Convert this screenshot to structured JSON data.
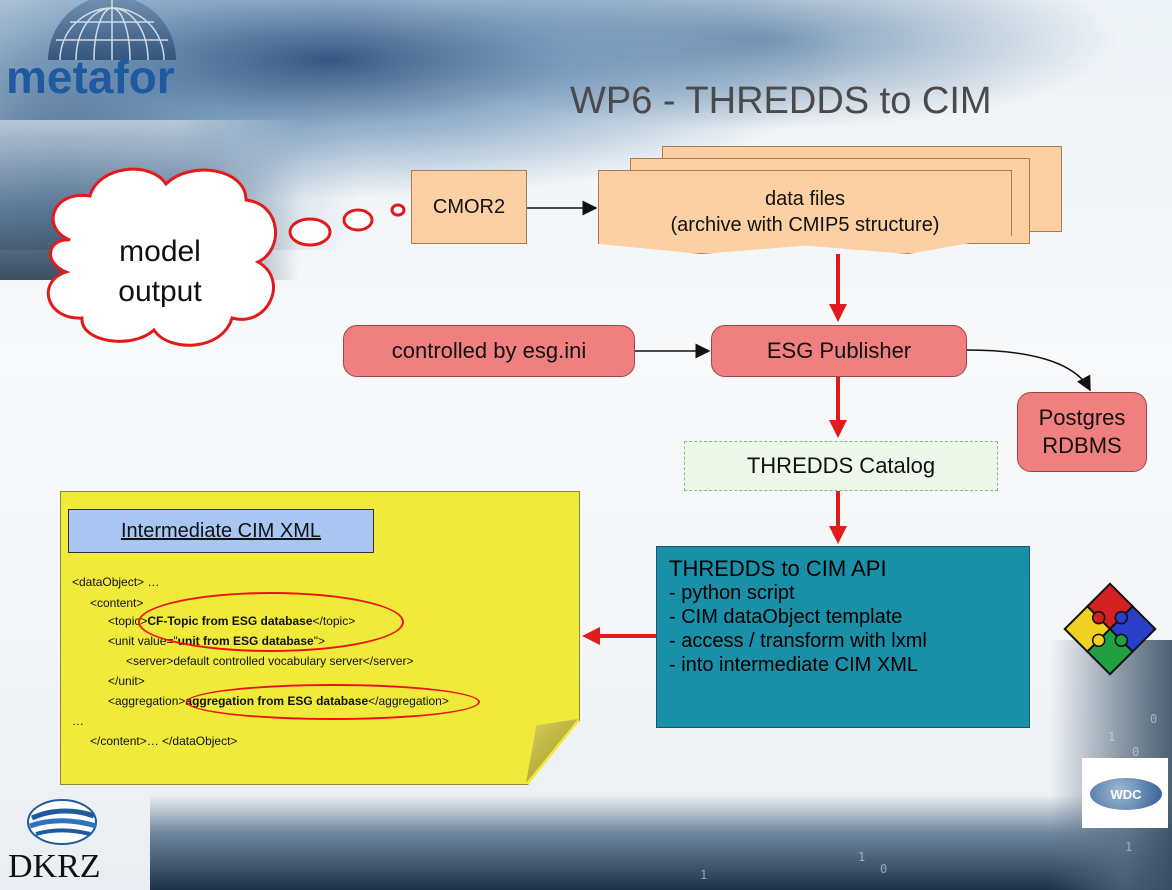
{
  "slide": {
    "logo_text": "metafor",
    "title": "WP6 - THREDDS to CIM",
    "footer_logo_text": "DKRZ",
    "wdc_logo_text": "WDC"
  },
  "diagram": {
    "cloud_line1": "model",
    "cloud_line2": "output",
    "cmor": "CMOR2",
    "data_files_line1": "data files",
    "data_files_line2": "(archive with CMIP5 structure)",
    "esg_ini": "controlled by esg.ini",
    "esg_publisher": "ESG Publisher",
    "postgres_line1": "Postgres",
    "postgres_line2": "RDBMS",
    "thredds_catalog": "THREDDS Catalog",
    "api": {
      "title": "THREDDS to CIM API",
      "items": [
        "- python script",
        "- CIM dataObject template",
        "- access / transform with lxml",
        "- into intermediate CIM XML"
      ]
    }
  },
  "note": {
    "title": "Intermediate CIM XML",
    "lines": [
      "<dataObject> …",
      "<content>",
      "<topic>",
      "CF-Topic from ESG database",
      "</topic>",
      "<unit value=\"",
      "unit from  ESG database",
      "\">",
      "<server>default controlled vocabulary server</server>",
      "</unit>",
      "<aggregation>",
      "aggregation from ESG database",
      "</aggregation>",
      "…",
      "</content>… </dataObject>"
    ]
  },
  "colors": {
    "orange_box": "#fcd0a3",
    "pink_box": "#f08080",
    "api_box": "#1a8fa8",
    "note": "#f0ea3a",
    "note_title": "#a9c6f2",
    "arrow_red": "#e11b1b",
    "logo_blue": "#1f5aa0"
  }
}
